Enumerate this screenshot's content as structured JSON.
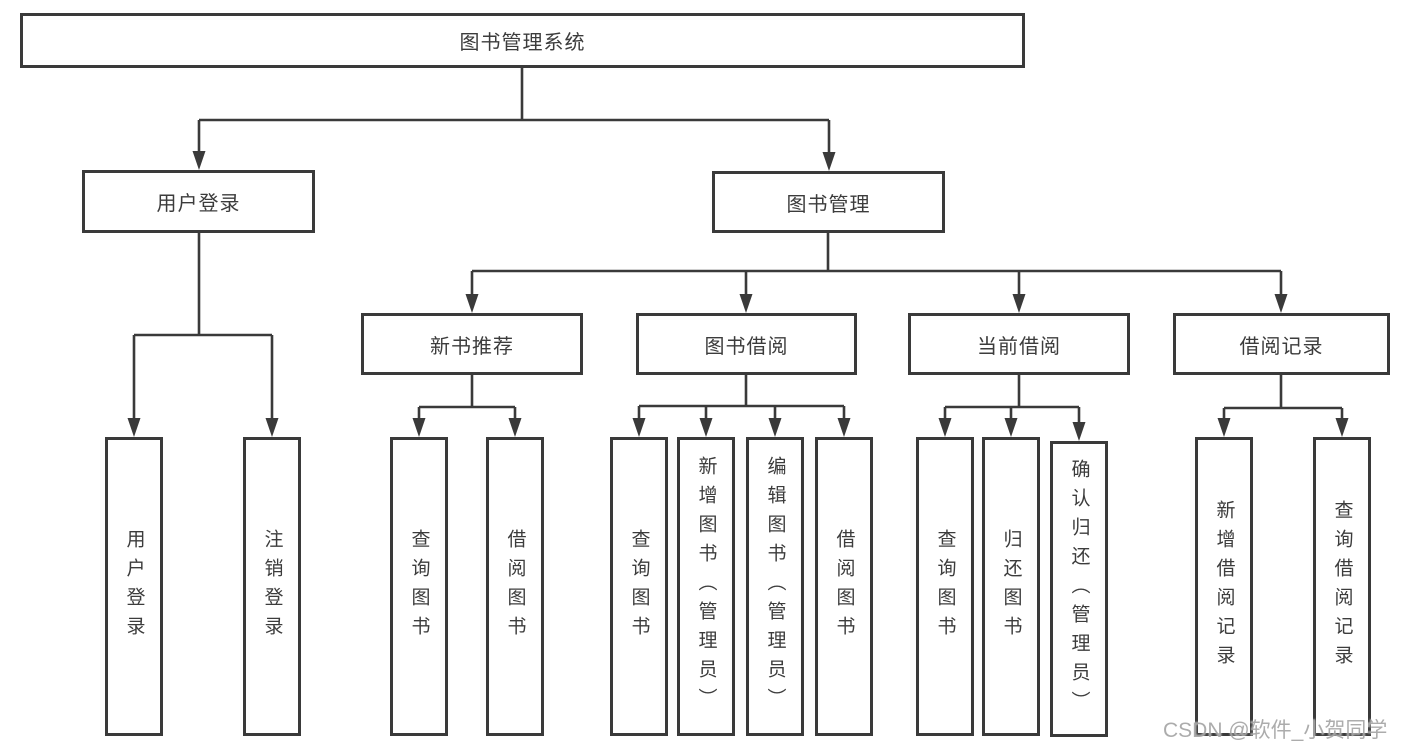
{
  "tree": {
    "root": {
      "label": "图书管理系统"
    },
    "branches": [
      {
        "label": "用户登录",
        "children": [
          {
            "label": "用户登录"
          },
          {
            "label": "注销登录"
          }
        ]
      },
      {
        "label": "图书管理",
        "children": [
          {
            "label": "新书推荐",
            "children": [
              {
                "label": "查询图书"
              },
              {
                "label": "借阅图书"
              }
            ]
          },
          {
            "label": "图书借阅",
            "children": [
              {
                "label": "查询图书"
              },
              {
                "label": "新增图书（管理员）"
              },
              {
                "label": "编辑图书（管理员）"
              },
              {
                "label": "借阅图书"
              }
            ]
          },
          {
            "label": "当前借阅",
            "children": [
              {
                "label": "查询图书"
              },
              {
                "label": "归还图书"
              },
              {
                "label": "确认归还（管理员）"
              }
            ]
          },
          {
            "label": "借阅记录",
            "children": [
              {
                "label": "新增借阅记录"
              },
              {
                "label": "查询借阅记录"
              }
            ]
          }
        ]
      }
    ]
  },
  "watermark": {
    "text": "CSDN @软件_小贺同学"
  },
  "colors": {
    "line": "#3a3a3a",
    "box_border": "#3a3a3a",
    "box_fill": "#ffffff",
    "text": "#3c3c3c",
    "watermark": "#9e9e9e"
  }
}
